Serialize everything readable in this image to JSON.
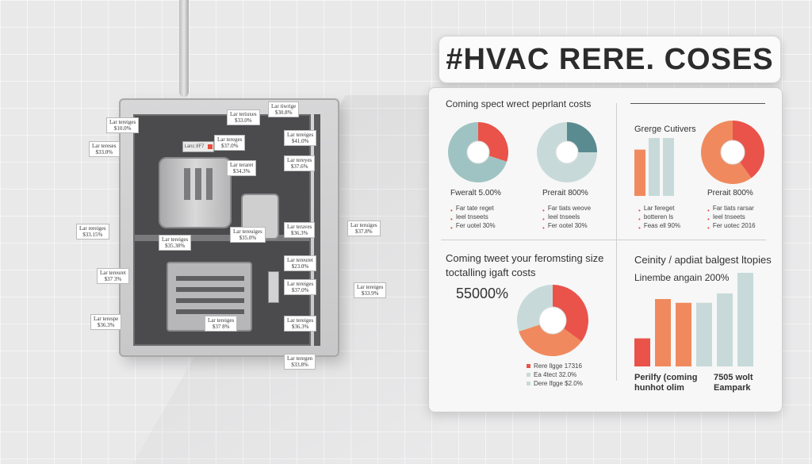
{
  "title": "#HVAC RERE. COSES",
  "colors": {
    "red": "#e9534a",
    "orange": "#f08a5e",
    "teal": "#9fc3c3",
    "dark_teal": "#5a8b90",
    "light_teal": "#c7dad9",
    "salmon": "#f4a27c"
  },
  "unit": {
    "gauge_text": "Lanc 8F7",
    "labels": [
      {
        "name": "Lar tereiges",
        "value": "$10.0%"
      },
      {
        "name": "Lar tereses",
        "value": "$33.0%"
      },
      {
        "name": "Lar teriuxes",
        "value": "$33.0%"
      },
      {
        "name": "Lar tiwrige",
        "value": "$30.8%"
      },
      {
        "name": "Lar tereges",
        "value": "$37.0%"
      },
      {
        "name": "Lar tereiges",
        "value": "$41.0%"
      },
      {
        "name": "Lar teraret",
        "value": "$34.3%"
      },
      {
        "name": "Lar tereyes",
        "value": "$37.6%"
      },
      {
        "name": "Lar rereiges",
        "value": "$33.15%"
      },
      {
        "name": "Lar tereiges",
        "value": "$35.30%"
      },
      {
        "name": "Lar tereuiges",
        "value": "$35.0%"
      },
      {
        "name": "Lar teraves",
        "value": "$36.3%"
      },
      {
        "name": "Lar teruiges",
        "value": "$37.8%"
      },
      {
        "name": "Lar tereuret",
        "value": "$37 3%"
      },
      {
        "name": "Lar tereuret",
        "value": "$23.0%"
      },
      {
        "name": "Lar tereiges",
        "value": "$33.9%"
      },
      {
        "name": "Lar tereiges",
        "value": "$37.0%"
      },
      {
        "name": "Lar terespe",
        "value": "$36.3%"
      },
      {
        "name": "Lar tereiges",
        "value": "$37 8%"
      },
      {
        "name": "Lar tereiges",
        "value": "$36.3%"
      },
      {
        "name": "Lar teregen",
        "value": "$33.8%"
      }
    ]
  },
  "top_left": {
    "heading": "Coming spect wrect peprlant costs",
    "donut1": {
      "caption": "Fweralt 5.00%",
      "legend": [
        "Far tate reget",
        "Ieel tnseets",
        "Fer uotel 30%"
      ],
      "segments": [
        {
          "value": 30,
          "color": "red"
        },
        {
          "value": 70,
          "color": "teal"
        }
      ]
    },
    "donut2": {
      "caption": "Prerait 800%",
      "legend": [
        "Far tiats weove",
        "Ieel tnseels",
        "Fer ootel 30%"
      ],
      "segments": [
        {
          "value": 25,
          "color": "dark_teal"
        },
        {
          "value": 75,
          "color": "light_teal"
        }
      ]
    }
  },
  "top_right": {
    "heading": "Grerge Cutivers",
    "bars": [
      {
        "value": 60,
        "color": "orange"
      },
      {
        "value": 75,
        "color": "light_teal"
      },
      {
        "value": 75,
        "color": "light_teal"
      }
    ],
    "bars_legend": [
      "Lar fereget",
      "botteren ls",
      "Feas ell 90%"
    ],
    "donut3": {
      "caption": "Prerait 800%",
      "legend": [
        "Far tiats rarsar",
        "Ieel tnseets",
        "Fer uotec 2016"
      ],
      "segments": [
        {
          "value": 40,
          "color": "red"
        },
        {
          "value": 60,
          "color": "orange"
        }
      ]
    }
  },
  "bottom_left": {
    "heading_line1": "Coming tweet your feromsting size",
    "heading_line2": "toctalling igaft costs",
    "big_value": "55000%",
    "donut": {
      "segments": [
        {
          "value": 35,
          "color": "red"
        },
        {
          "value": 35,
          "color": "orange"
        },
        {
          "value": 30,
          "color": "light_teal"
        }
      ]
    },
    "legend": [
      {
        "label": "Rere llgge 17316",
        "color": "red"
      },
      {
        "label": "Ea 4tect 32.0%",
        "color": "light_teal"
      },
      {
        "label": "Dere lfgge $2.0%",
        "color": "light_teal"
      }
    ]
  },
  "bottom_right": {
    "heading": "Ceinity / apdiat balgest ltopies",
    "subheading": "Linembe angain 200%",
    "bars": [
      {
        "value": 30,
        "color": "red"
      },
      {
        "value": 72,
        "color": "orange"
      },
      {
        "value": 68,
        "color": "orange"
      },
      {
        "value": 68,
        "color": "light_teal"
      },
      {
        "value": 78,
        "color": "light_teal"
      },
      {
        "value": 100,
        "color": "light_teal"
      }
    ],
    "caption_left": [
      "Perilfy (coming",
      "hunhot olim"
    ],
    "caption_right": [
      "7505 wolt",
      "Eampark"
    ]
  }
}
